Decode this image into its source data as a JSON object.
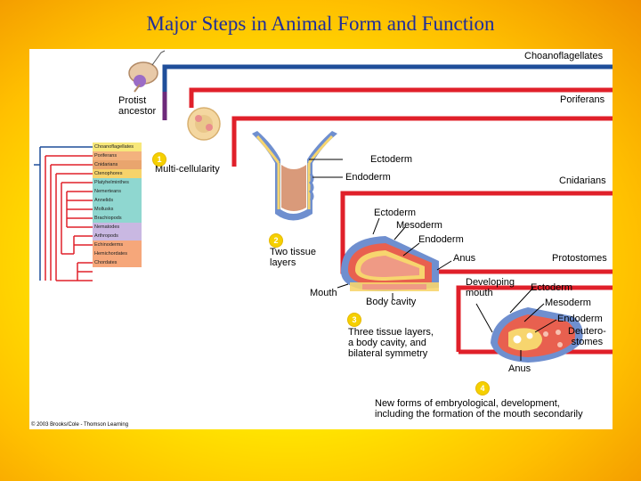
{
  "title": "Major Steps in Animal Form and Function",
  "copyright": "© 2003 Brooks/Cole - Thomson Learning",
  "branches": {
    "choanoflagellates": "Choanoflagellates",
    "poriferans": "Poriferans",
    "cnidarians": "Cnidarians",
    "protostomes": "Protostomes",
    "deuterostomes": "Deutero-\nstomes"
  },
  "labels": {
    "protist": "Protist\nancestor",
    "multicellularity": "Multi-cellularity",
    "ectoderm": "Ectoderm",
    "endoderm": "Endoderm",
    "mesoderm": "Mesoderm",
    "two_tissue": "Two tissue\nlayers",
    "anus": "Anus",
    "mouth": "Mouth",
    "body_cavity": "Body cavity",
    "three_tissue": "Three tissue layers,\na body cavity, and\nbilateral symmetry",
    "developing_mouth": "Developing\nmouth",
    "new_forms": "New forms of embryological, development,\nincluding the formation of the mouth secondarily"
  },
  "step_numbers": [
    "1",
    "2",
    "3",
    "4"
  ],
  "legend": [
    {
      "name": "Choanoflagellates",
      "color": "#f7e77a"
    },
    {
      "name": "Poriferans",
      "color": "#f3b27e"
    },
    {
      "name": "Cnidarians",
      "color": "#e9a56e"
    },
    {
      "name": "Ctenophores",
      "color": "#f7d36a"
    },
    {
      "name": "Platyhelminthes",
      "color": "#8fd7d0"
    },
    {
      "name": "Nemerteans",
      "color": "#8fd7d0"
    },
    {
      "name": "Annelids",
      "color": "#8fd7d0"
    },
    {
      "name": "Mollusks",
      "color": "#8fd7d0"
    },
    {
      "name": "Brachiopods",
      "color": "#8fd7d0"
    },
    {
      "name": "Nematodes",
      "color": "#c9b8e2"
    },
    {
      "name": "Arthropods",
      "color": "#c9b8e2"
    },
    {
      "name": "Echinoderms",
      "color": "#f6a77a"
    },
    {
      "name": "Hemichordates",
      "color": "#f6a77a"
    },
    {
      "name": "Chordates",
      "color": "#f6a77a"
    }
  ],
  "colors": {
    "tree_blue": "#1f4e9a",
    "tree_red": "#e0202a",
    "title": "#1f2e9a",
    "ectoderm": "#6f8fcf",
    "endoderm": "#f7d56e",
    "mesoderm": "#e8604f"
  }
}
